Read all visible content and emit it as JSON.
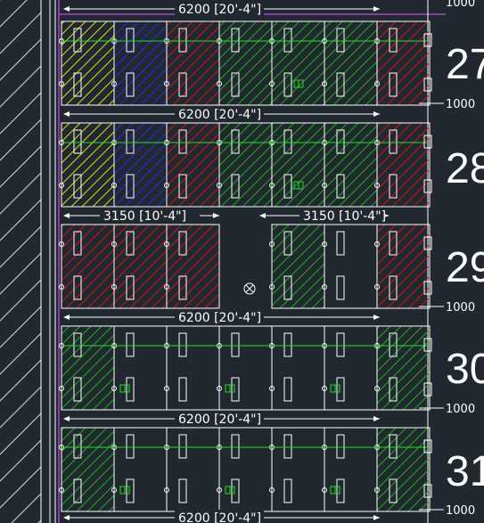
{
  "drawing": {
    "background": "#212830",
    "colors": {
      "wall": "#ffffff",
      "hatch_yellow": "#d8d81a",
      "hatch_blue": "#2222c8",
      "hatch_red": "#c81818",
      "hatch_green": "#19b019",
      "centerline_green": "#20e020",
      "purple_line": "#b040d0",
      "symbol_green": "#20e020"
    },
    "icons": {
      "fixture": "rect-outline-icon",
      "light": "grid-light-icon",
      "node": "circle-node-icon",
      "crossed_circle": "crossed-circle-icon"
    },
    "top_offset_label": "1000",
    "rows": [
      {
        "number": "27",
        "dimension": "6200 [20'-4\"]",
        "offset_label": "1000",
        "bays": [
          "yellow",
          "blue",
          "red",
          "green",
          "green",
          "green",
          "red"
        ]
      },
      {
        "number": "28",
        "dimension": "6200 [20'-4\"]",
        "offset_label": "",
        "bays": [
          "yellow",
          "blue",
          "red",
          "green",
          "green",
          "green",
          "red"
        ]
      },
      {
        "number": "29",
        "dimension_left": "3150 [10'-4\"]",
        "dimension_right": "3150 [10'-4\"]",
        "offset_label": "1000",
        "bays": [
          "red",
          "red",
          "red",
          "gap",
          "green",
          "none",
          "red"
        ]
      },
      {
        "number": "30",
        "dimension": "6200 [20'-4\"]",
        "offset_label": "1000",
        "bays": [
          "green",
          "none",
          "none",
          "none",
          "none",
          "none",
          "green"
        ]
      },
      {
        "number": "31",
        "dimension": "6200 [20'-4\"]",
        "offset_label": "1000",
        "bays": [
          "green",
          "none",
          "none",
          "none",
          "none",
          "none",
          "green"
        ]
      }
    ],
    "bottom_dimension": "6200 [20'-4\"]"
  }
}
